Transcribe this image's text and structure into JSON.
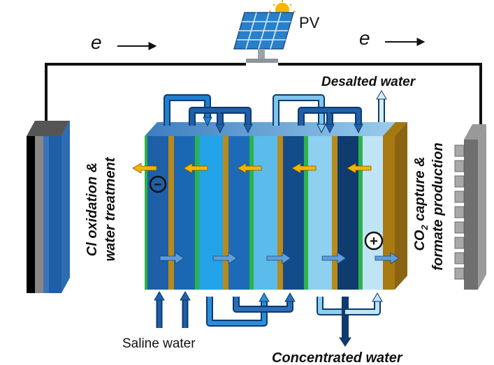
{
  "labels": {
    "pv": "PV",
    "electron_left": "e",
    "electron_right": "e",
    "desalted_water": "Desalted water",
    "left_process_line1": "Cl oxidation &",
    "left_process_line2": "water treatment",
    "right_process_line1_prefix": "CO",
    "right_process_line1_sub": "2",
    "right_process_line1_suffix": " capture &",
    "right_process_line2": "formate production",
    "saline_water": "Saline water",
    "concentrated_water": "Concentrated water",
    "minus_sign": "−",
    "plus_sign": "+"
  },
  "colors": {
    "wire": "#111111",
    "membrane_green": "#2bb34a",
    "membrane_gold": "#b88a1a",
    "arrow_orange": "#f5b400",
    "flow_blue": "#1f6fb5",
    "sun": "#f7b500",
    "pv_panel": "#2a7fc9"
  }
}
